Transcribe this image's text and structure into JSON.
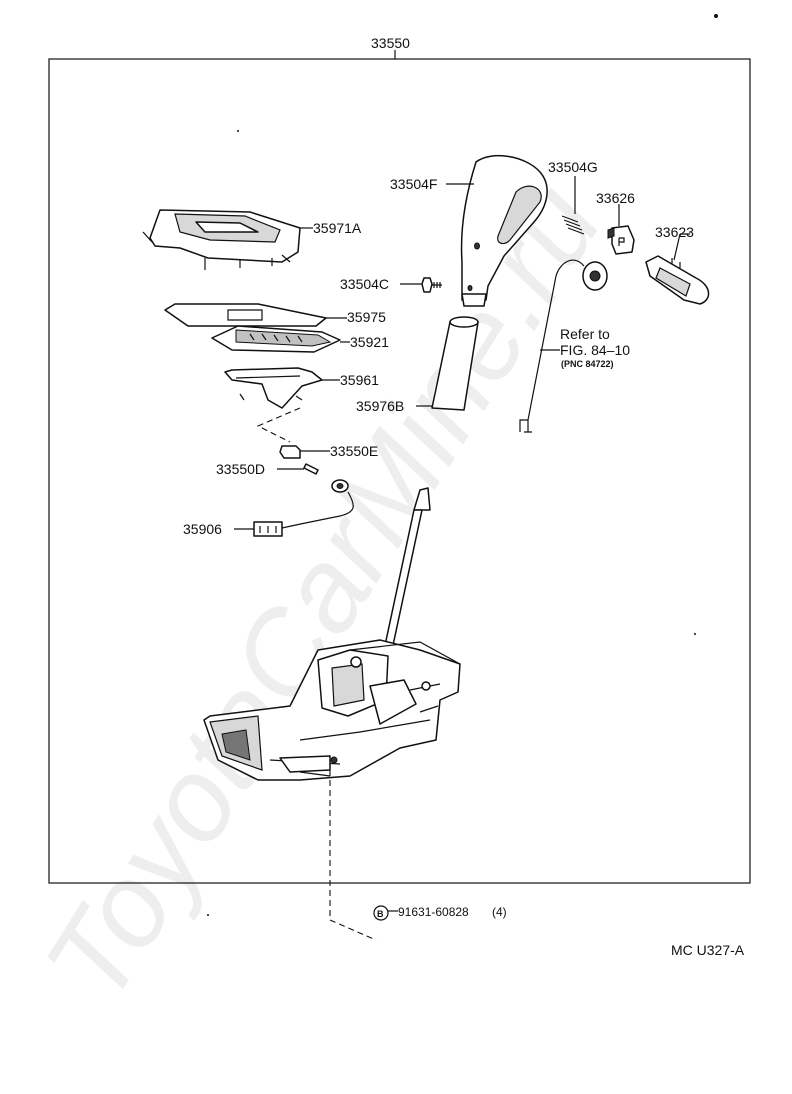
{
  "diagram": {
    "assembly_number": "33550",
    "figure_code": "MC U327-A",
    "watermark": "ToyotaCarMine.ru",
    "parts": [
      {
        "id": "p-33504f",
        "number": "33504F"
      },
      {
        "id": "p-33504g",
        "number": "33504G"
      },
      {
        "id": "p-33626",
        "number": "33626"
      },
      {
        "id": "p-33623",
        "number": "33623"
      },
      {
        "id": "p-35971a",
        "number": "35971A"
      },
      {
        "id": "p-33504c",
        "number": "33504C"
      },
      {
        "id": "p-35975",
        "number": "35975"
      },
      {
        "id": "p-35921",
        "number": "35921"
      },
      {
        "id": "p-35961",
        "number": "35961"
      },
      {
        "id": "p-35976b",
        "number": "35976B"
      },
      {
        "id": "p-33550e",
        "number": "33550E"
      },
      {
        "id": "p-33550d",
        "number": "33550D"
      },
      {
        "id": "p-35906",
        "number": "35906"
      }
    ],
    "reference": {
      "line1": "Refer to",
      "line2": "FIG. 84–10",
      "line3": "(PNC 84722)"
    },
    "fastener": {
      "symbol": "B",
      "number": "91631-60828",
      "qty": "(4)"
    }
  }
}
